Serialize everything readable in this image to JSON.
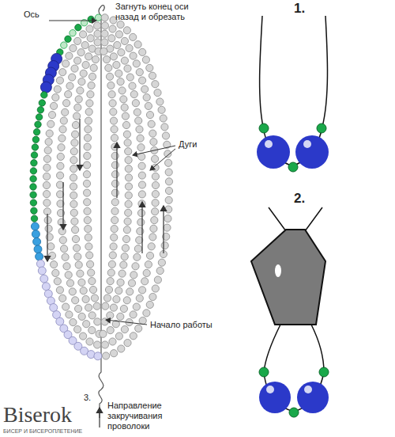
{
  "diagram": {
    "labels": [
      "Ось",
      "Загнуть конец оси назад и обрезать",
      "Дуги",
      "Начало работы",
      "3.",
      "Направление закручивания проволоки",
      "1.",
      "2.",
      "Biserok",
      "БИСЕР И БИСЕРОПЛЕТЕНИЕ"
    ]
  }
}
